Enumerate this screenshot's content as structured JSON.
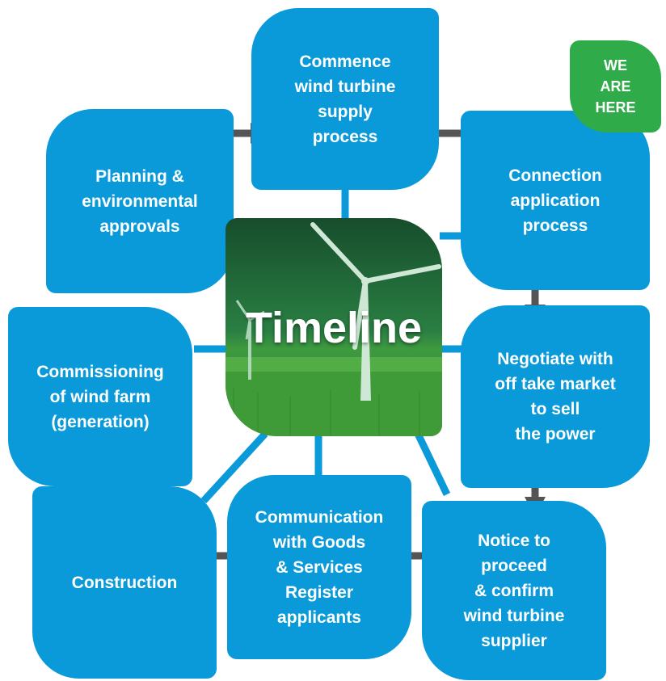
{
  "title": "Timeline",
  "badge": "WE\nARE\nHERE",
  "steps": {
    "planning": "Planning &\nenvironmental\napprovals",
    "supply": "Commence\nwind turbine\nsupply\nprocess",
    "connection": "Connection\napplication\nprocess",
    "negotiate": "Negotiate with\noff take market\nto sell\nthe power",
    "notice": "Notice to\nproceed\n& confirm\nwind turbine\nsupplier",
    "communication": "Communication\nwith Goods\n& Services\nRegister\napplicants",
    "construction": "Construction",
    "commissioning": "Commissioning\nof wind farm\n(generation)"
  },
  "colors": {
    "step_fill": "#0a9ad9",
    "connector": "#0a9ad9",
    "arrow": "#555555",
    "badge_fill": "#2fac49",
    "center_green": "#2a7f43"
  },
  "icons": {
    "center_image": "wind-turbine-field"
  }
}
